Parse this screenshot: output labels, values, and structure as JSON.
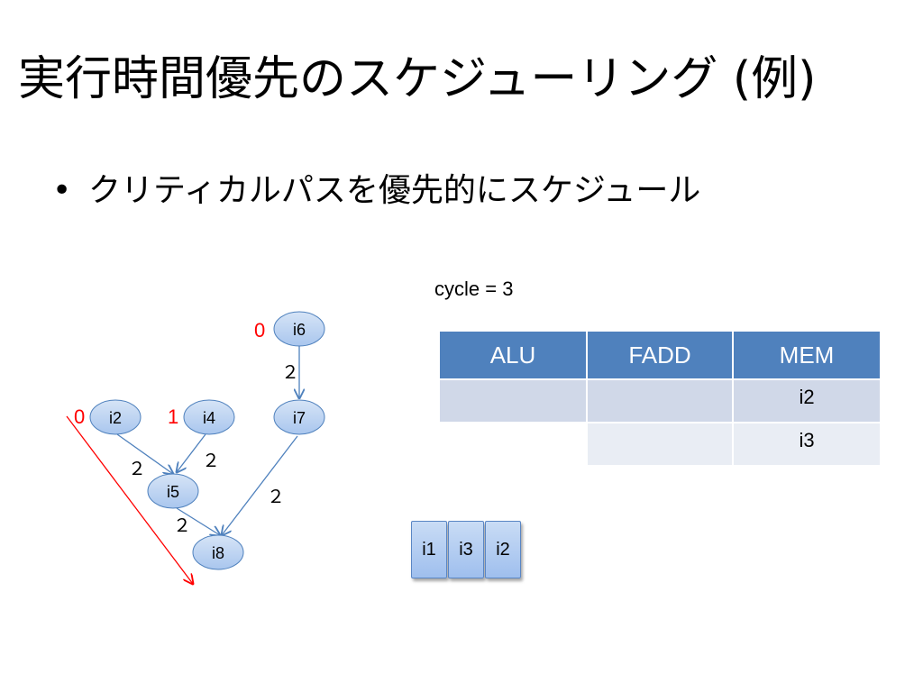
{
  "slide": {
    "title": "実行時間優先のスケジューリング (例)",
    "bullet": "クリティカルパスを優先的にスケジュール",
    "bullet_marker": "•",
    "cycle_label": "cycle = 3"
  },
  "graph": {
    "nodes": [
      {
        "id": "i6",
        "label": "i6",
        "priority": "0"
      },
      {
        "id": "i2",
        "label": "i2",
        "priority": "0"
      },
      {
        "id": "i4",
        "label": "i4",
        "priority": "1"
      },
      {
        "id": "i7",
        "label": "i7"
      },
      {
        "id": "i5",
        "label": "i5"
      },
      {
        "id": "i8",
        "label": "i8"
      }
    ],
    "edges": [
      {
        "from": "i6",
        "to": "i7",
        "latency": "２"
      },
      {
        "from": "i2",
        "to": "i5",
        "latency": "２"
      },
      {
        "from": "i4",
        "to": "i5",
        "latency": "２"
      },
      {
        "from": "i7",
        "to": "i8",
        "latency": "２"
      },
      {
        "from": "i5",
        "to": "i8",
        "latency": "２"
      }
    ],
    "node_color": "#c6d9f1",
    "node_border": "#4f81bd",
    "edge_color": "#4f81bd",
    "critical_path_color": "#ff0000",
    "priority_color": "#ff0000"
  },
  "schedule": {
    "headers": [
      "ALU",
      "FADD",
      "MEM"
    ],
    "rows": [
      [
        "",
        "",
        "i2"
      ],
      [
        "",
        "",
        "i3"
      ]
    ],
    "header_color": "#4f81bd"
  },
  "ready_queue": [
    "i1",
    "i3",
    "i2"
  ]
}
